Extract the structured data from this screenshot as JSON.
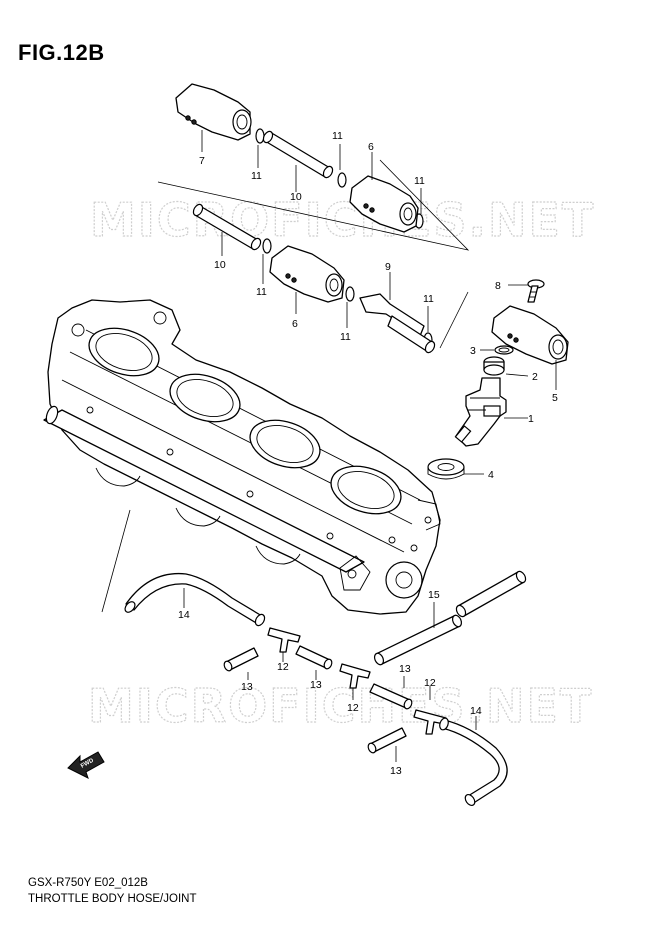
{
  "figure": {
    "title": "FIG.12B",
    "model_code": "GSX-R750Y E02_012B",
    "description": "THROTTLE BODY HOSE/JOINT"
  },
  "watermark": {
    "text": "MICROFICHES.NET"
  },
  "fwd_marker": {
    "label": "FWD"
  },
  "callouts": [
    "7",
    "11",
    "10",
    "11",
    "6",
    "11",
    "10",
    "11",
    "6",
    "9",
    "11",
    "8",
    "11",
    "3",
    "2",
    "5",
    "1",
    "4",
    "14",
    "15",
    "12",
    "13",
    "13",
    "13",
    "12",
    "12",
    "14",
    "13"
  ],
  "colors": {
    "line": "#000000",
    "background": "#ffffff",
    "watermark": "#cfcfcf"
  }
}
